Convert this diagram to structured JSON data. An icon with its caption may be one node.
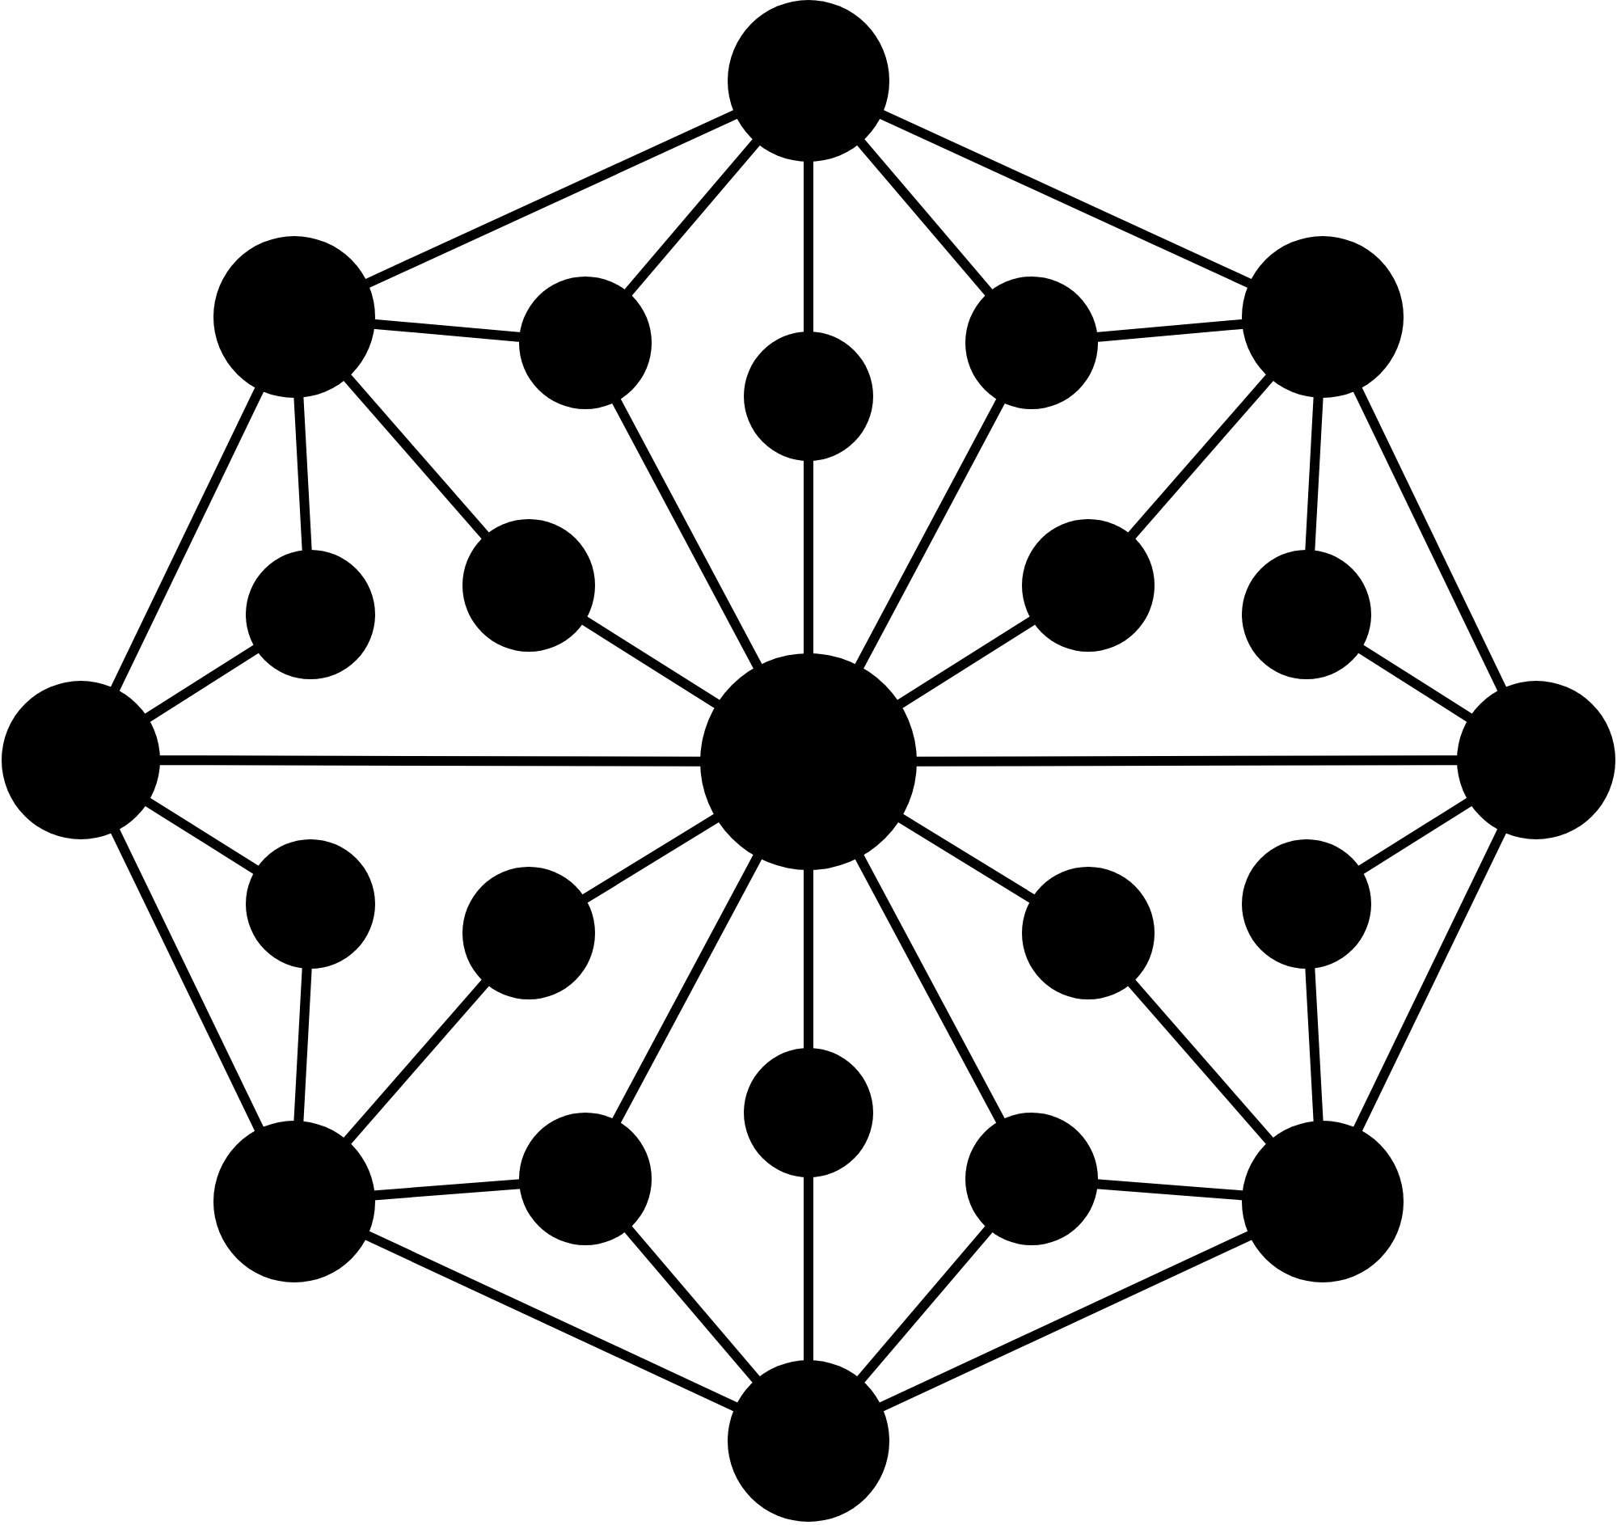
{
  "diagram": {
    "nodes": [
      {
        "text": [],
        "shape": "circle"
      },
      {
        "text": [],
        "shape": "circle"
      },
      {
        "text": [],
        "shape": "circle"
      },
      {
        "text": [],
        "shape": "circle"
      },
      {
        "text": [],
        "shape": "circle"
      },
      {
        "text": [],
        "shape": "circle"
      },
      {
        "text": [],
        "shape": "circle"
      },
      {
        "text": [],
        "shape": "circle"
      },
      {
        "text": [],
        "shape": "circle"
      },
      {
        "text": [],
        "shape": "circle"
      },
      {
        "text": [],
        "shape": "circle"
      },
      {
        "text": [],
        "shape": "circle"
      },
      {
        "text": [],
        "shape": "circle"
      },
      {
        "text": [],
        "shape": "circle"
      },
      {
        "text": [],
        "shape": "circle"
      },
      {
        "text": [],
        "shape": "circle"
      },
      {
        "text": [],
        "shape": "circle"
      },
      {
        "text": [],
        "shape": "circle"
      },
      {
        "text": [],
        "shape": "circle"
      },
      {
        "text": [],
        "shape": "circle"
      },
      {
        "text": [],
        "shape": "circle"
      },
      {
        "text": [],
        "shape": "circle"
      },
      {
        "text": [],
        "shape": "circle"
      }
    ],
    "edges": [
      {
        "from": 0,
        "to": 1,
        "arrow": "none"
      },
      {
        "from": 0,
        "to": 2,
        "arrow": "none"
      },
      {
        "from": 1,
        "to": 10,
        "arrow": "none"
      },
      {
        "from": 2,
        "to": 12,
        "arrow": "none"
      },
      {
        "from": 10,
        "to": 20,
        "arrow": "none"
      },
      {
        "from": 12,
        "to": 21,
        "arrow": "none"
      },
      {
        "from": 20,
        "to": 22,
        "arrow": "none"
      },
      {
        "from": 21,
        "to": 22,
        "arrow": "none"
      },
      {
        "from": 10,
        "to": 11,
        "arrow": "none"
      },
      {
        "from": 11,
        "to": 12,
        "arrow": "none"
      },
      {
        "from": 0,
        "to": 5,
        "arrow": "none"
      },
      {
        "from": 5,
        "to": 11,
        "arrow": "none"
      },
      {
        "from": 11,
        "to": 17,
        "arrow": "none"
      },
      {
        "from": 17,
        "to": 22,
        "arrow": "none"
      },
      {
        "from": 1,
        "to": 3,
        "arrow": "none"
      },
      {
        "from": 3,
        "to": 0,
        "arrow": "none"
      },
      {
        "from": 3,
        "to": 11,
        "arrow": "none"
      },
      {
        "from": 1,
        "to": 6,
        "arrow": "none"
      },
      {
        "from": 6,
        "to": 11,
        "arrow": "none"
      },
      {
        "from": 1,
        "to": 8,
        "arrow": "none"
      },
      {
        "from": 8,
        "to": 10,
        "arrow": "none"
      },
      {
        "from": 2,
        "to": 4,
        "arrow": "none"
      },
      {
        "from": 4,
        "to": 0,
        "arrow": "none"
      },
      {
        "from": 4,
        "to": 11,
        "arrow": "none"
      },
      {
        "from": 2,
        "to": 7,
        "arrow": "none"
      },
      {
        "from": 7,
        "to": 11,
        "arrow": "none"
      },
      {
        "from": 2,
        "to": 9,
        "arrow": "none"
      },
      {
        "from": 9,
        "to": 12,
        "arrow": "none"
      },
      {
        "from": 20,
        "to": 13,
        "arrow": "none"
      },
      {
        "from": 13,
        "to": 10,
        "arrow": "none"
      },
      {
        "from": 20,
        "to": 15,
        "arrow": "none"
      },
      {
        "from": 15,
        "to": 11,
        "arrow": "none"
      },
      {
        "from": 20,
        "to": 18,
        "arrow": "none"
      },
      {
        "from": 18,
        "to": 11,
        "arrow": "none"
      },
      {
        "from": 18,
        "to": 22,
        "arrow": "none"
      },
      {
        "from": 21,
        "to": 14,
        "arrow": "none"
      },
      {
        "from": 14,
        "to": 12,
        "arrow": "none"
      },
      {
        "from": 21,
        "to": 16,
        "arrow": "none"
      },
      {
        "from": 16,
        "to": 11,
        "arrow": "none"
      },
      {
        "from": 21,
        "to": 19,
        "arrow": "none"
      },
      {
        "from": 19,
        "to": 11,
        "arrow": "none"
      },
      {
        "from": 19,
        "to": 22,
        "arrow": "none"
      }
    ]
  }
}
